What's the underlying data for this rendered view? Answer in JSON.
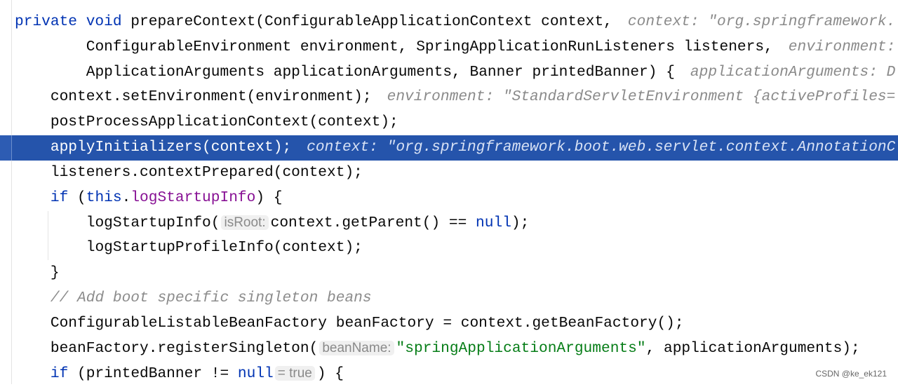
{
  "editor": {
    "highlighted_line": 5,
    "lines": [
      {
        "indent": 0,
        "segments": [
          {
            "t": "kw",
            "v": "private void "
          },
          {
            "t": "",
            "v": "prepareContext(ConfigurableApplicationContext context,"
          },
          {
            "t": "dbg",
            "v": "context: \"org.springframework."
          }
        ]
      },
      {
        "indent": 8,
        "segments": [
          {
            "t": "",
            "v": "ConfigurableEnvironment environment, SpringApplicationRunListeners listeners,"
          },
          {
            "t": "dbg",
            "v": "environment:"
          }
        ]
      },
      {
        "indent": 8,
        "segments": [
          {
            "t": "",
            "v": "ApplicationArguments applicationArguments, Banner printedBanner) {"
          },
          {
            "t": "dbg",
            "v": "applicationArguments: D"
          }
        ]
      },
      {
        "indent": 4,
        "segments": [
          {
            "t": "",
            "v": "context.setEnvironment(environment);"
          },
          {
            "t": "dbg",
            "v": "environment: \"StandardServletEnvironment {activeProfiles="
          }
        ]
      },
      {
        "indent": 4,
        "segments": [
          {
            "t": "",
            "v": "postProcessApplicationContext(context);"
          }
        ]
      },
      {
        "indent": 4,
        "segments": [
          {
            "t": "",
            "v": "applyInitializers(context);"
          },
          {
            "t": "dbg",
            "v": "context: \"org.springframework.boot.web.servlet.context.AnnotationC"
          }
        ]
      },
      {
        "indent": 4,
        "segments": [
          {
            "t": "",
            "v": "listeners.contextPrepared(context);"
          }
        ]
      },
      {
        "indent": 4,
        "segments": [
          {
            "t": "kw",
            "v": "if"
          },
          {
            "t": "",
            "v": " ("
          },
          {
            "t": "kw",
            "v": "this"
          },
          {
            "t": "",
            "v": "."
          },
          {
            "t": "field",
            "v": "logStartupInfo"
          },
          {
            "t": "",
            "v": ") {"
          }
        ]
      },
      {
        "indent": 8,
        "segments": [
          {
            "t": "",
            "v": "logStartupInfo("
          },
          {
            "t": "hint",
            "v": "isRoot:"
          },
          {
            "t": "",
            "v": "context.getParent() == "
          },
          {
            "t": "kw",
            "v": "null"
          },
          {
            "t": "",
            "v": ");"
          }
        ]
      },
      {
        "indent": 8,
        "segments": [
          {
            "t": "",
            "v": "logStartupProfileInfo(context);"
          }
        ]
      },
      {
        "indent": 4,
        "segments": [
          {
            "t": "",
            "v": "}"
          }
        ]
      },
      {
        "indent": 4,
        "segments": [
          {
            "t": "cmt",
            "v": "// Add boot specific singleton beans"
          }
        ]
      },
      {
        "indent": 4,
        "segments": [
          {
            "t": "",
            "v": "ConfigurableListableBeanFactory beanFactory = context.getBeanFactory();"
          }
        ]
      },
      {
        "indent": 4,
        "segments": [
          {
            "t": "",
            "v": "beanFactory.registerSingleton("
          },
          {
            "t": "hint",
            "v": "beanName:"
          },
          {
            "t": "str",
            "v": "\"springApplicationArguments\""
          },
          {
            "t": "",
            "v": ", applicationArguments);"
          }
        ]
      },
      {
        "indent": 4,
        "segments": [
          {
            "t": "kw",
            "v": "if"
          },
          {
            "t": "",
            "v": " (printedBanner != "
          },
          {
            "t": "kw",
            "v": "null"
          },
          {
            "t": "hint",
            "v": "= true"
          },
          {
            "t": "",
            "v": ") {"
          }
        ]
      }
    ]
  },
  "watermark": "CSDN @ke_ek121",
  "colors": {
    "highlight": "#2554ab",
    "keyword": "#0033b3",
    "string": "#067d17",
    "field": "#871094"
  }
}
